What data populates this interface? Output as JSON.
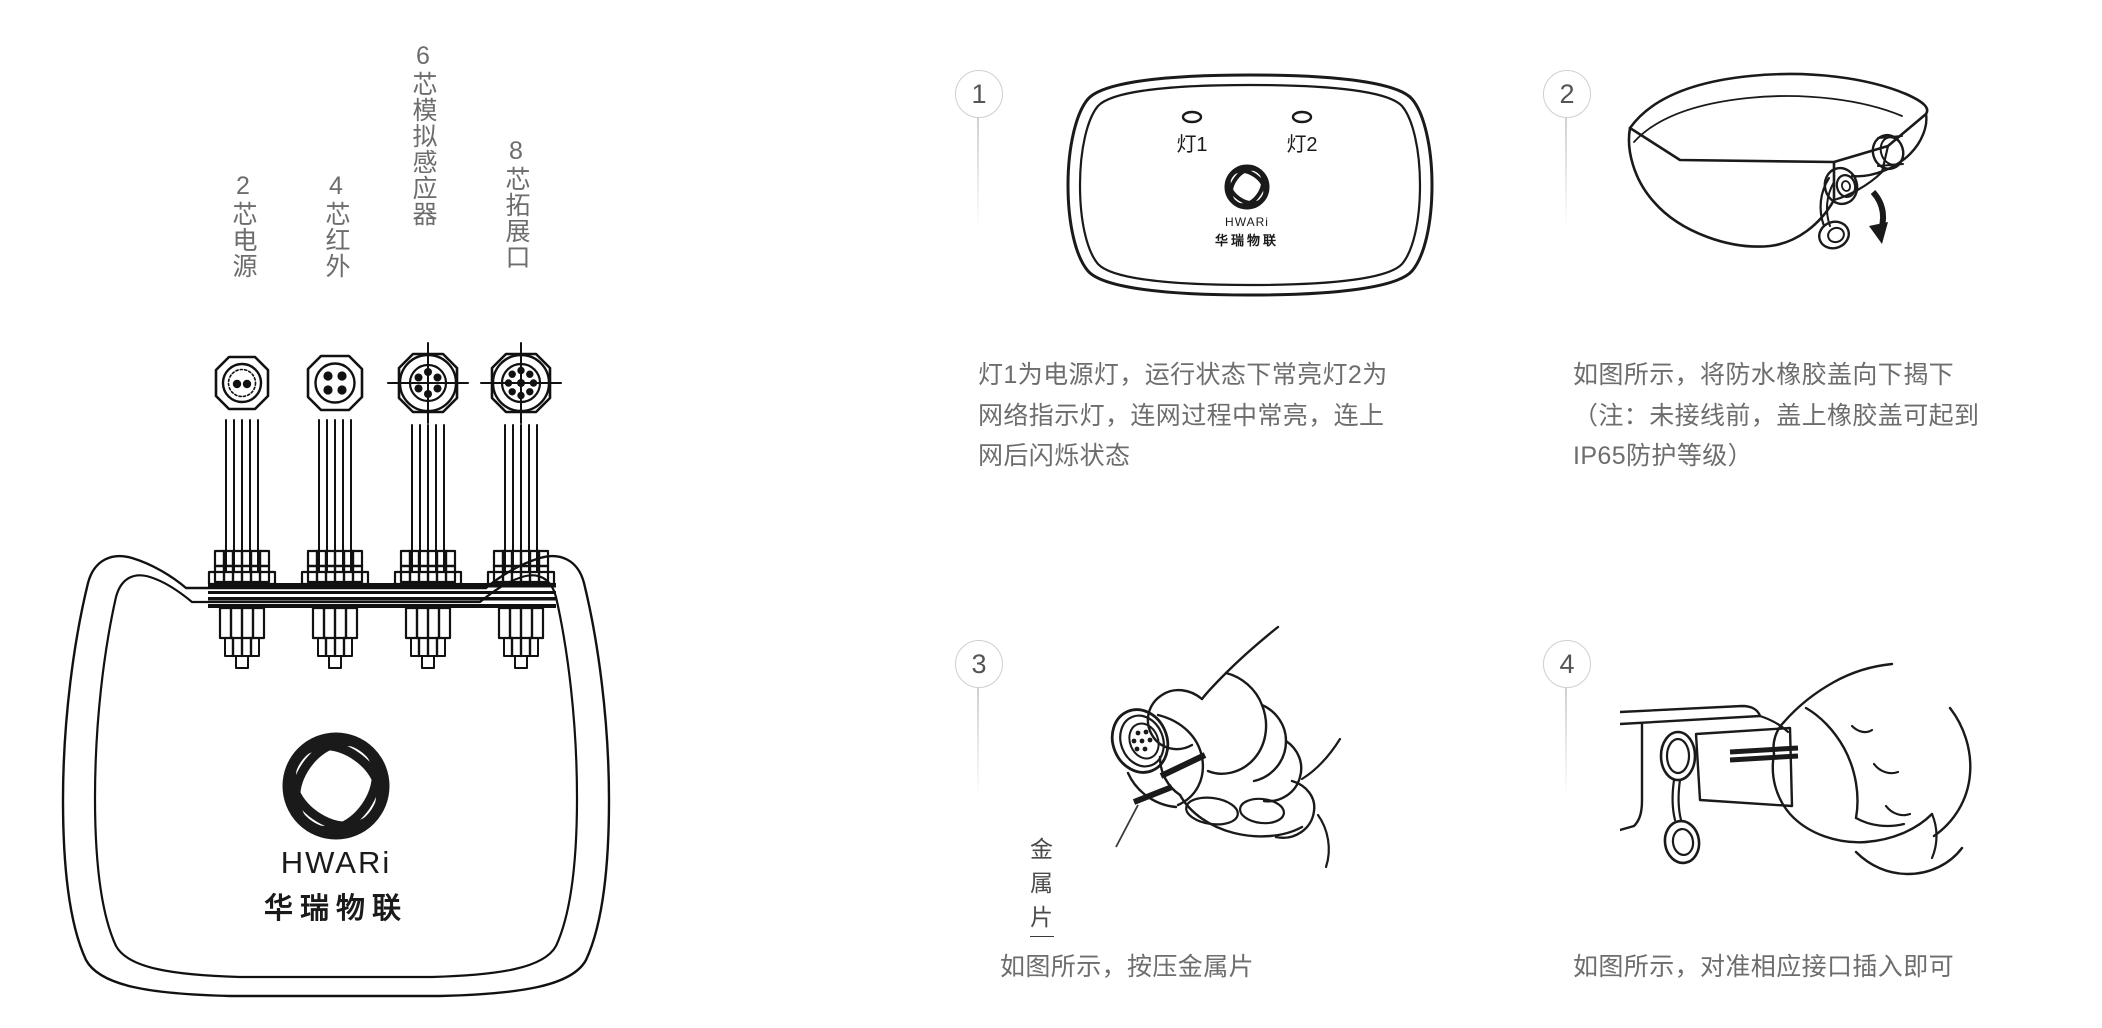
{
  "product": {
    "brand_latin": "HWARi",
    "brand_cn": "华瑞物联",
    "logo_icon": "hwari-knot-logo-icon"
  },
  "left_panel": {
    "name": "exploded-product-diagram",
    "port_labels": [
      {
        "id": "2core",
        "count": "2",
        "text": "芯电源",
        "full": "2芯电源"
      },
      {
        "id": "4core",
        "count": "4",
        "text": "芯红外",
        "full": "4芯红外"
      },
      {
        "id": "6core",
        "count": "6",
        "text": "芯模拟感应器",
        "full": "6芯模拟感应器"
      },
      {
        "id": "8core",
        "count": "8",
        "text": "芯拓展口",
        "full": "8芯拓展口"
      }
    ],
    "connectors": [
      {
        "id": "2core",
        "pins": 2
      },
      {
        "id": "4core",
        "pins": 4
      },
      {
        "id": "6core",
        "pins": 6
      },
      {
        "id": "8core",
        "pins": 8
      }
    ]
  },
  "steps": [
    {
      "number": "1",
      "figure": "device-front-face",
      "caption": "灯1为电源灯，运行状态下常亮灯2为网络指示灯，连网过程中常亮，连上网后闪烁状态",
      "led_labels": [
        "灯1",
        "灯2"
      ]
    },
    {
      "number": "2",
      "figure": "device-angled-rubber-cap-open",
      "caption": "如图所示，将防水橡胶盖向下揭下（注：未接线前，盖上橡胶盖可起到IP65防护等级）"
    },
    {
      "number": "3",
      "figure": "hand-pressing-connector",
      "caption": "如图所示，按压金属片",
      "annotation": "金属片"
    },
    {
      "number": "4",
      "figure": "hand-inserting-connector",
      "caption": "如图所示，对准相应接口插入即可"
    }
  ],
  "colors": {
    "text": "#6d6d6d",
    "line": "#1a1a1a",
    "badge_border": "#cfcfcf",
    "badge_text": "#555555",
    "background": "#ffffff"
  }
}
